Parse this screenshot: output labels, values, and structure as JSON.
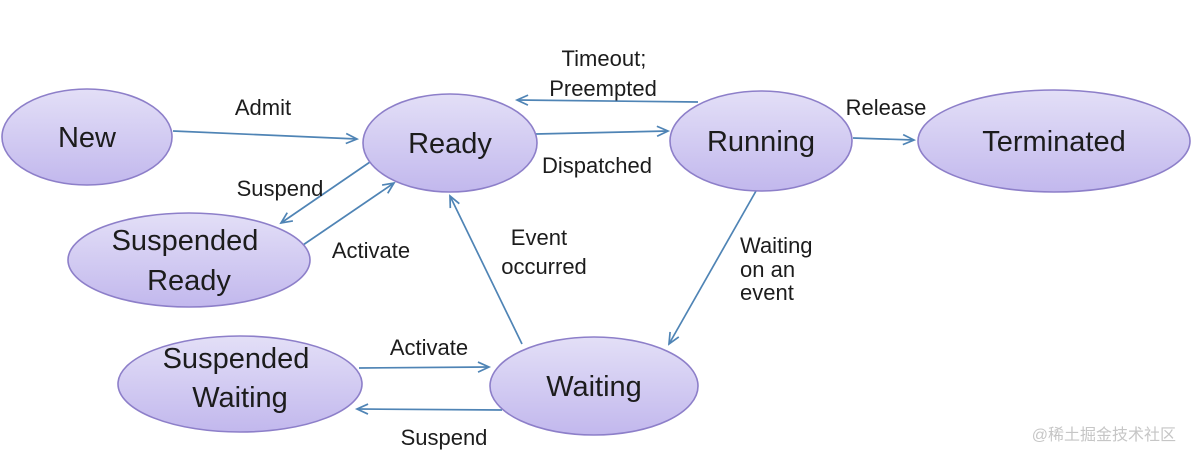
{
  "colors": {
    "background": "#ffffff",
    "node_fill_top": "#e3dff7",
    "node_fill_bottom": "#c2b8ed",
    "node_border": "#8d7fc9",
    "arrow": "#4f84b5",
    "text": "#1c1c1c",
    "watermark": "#c6c6c6"
  },
  "nodes": {
    "new": {
      "label": "New"
    },
    "ready": {
      "label": "Ready"
    },
    "running": {
      "label": "Running"
    },
    "terminated": {
      "label": "Terminated"
    },
    "suspended_ready": {
      "lines": [
        "Suspended",
        "Ready"
      ]
    },
    "suspended_waiting": {
      "lines": [
        "Suspended",
        "Waiting"
      ]
    },
    "waiting": {
      "label": "Waiting"
    }
  },
  "edges": {
    "admit": {
      "label": "Admit"
    },
    "timeout_preempted": {
      "lines": [
        "Timeout;",
        "Preempted"
      ]
    },
    "dispatched": {
      "label": "Dispatched"
    },
    "release": {
      "label": "Release"
    },
    "suspend_top": {
      "label": "Suspend"
    },
    "activate_top": {
      "label": "Activate"
    },
    "event_occurred": {
      "lines": [
        "Event",
        "occurred"
      ]
    },
    "waiting_on_event": {
      "lines": [
        "Waiting",
        "on an",
        "event"
      ]
    },
    "activate_bottom": {
      "label": "Activate"
    },
    "suspend_bottom": {
      "label": "Suspend"
    }
  },
  "watermark": {
    "text": "@稀土掘金技术社区"
  }
}
